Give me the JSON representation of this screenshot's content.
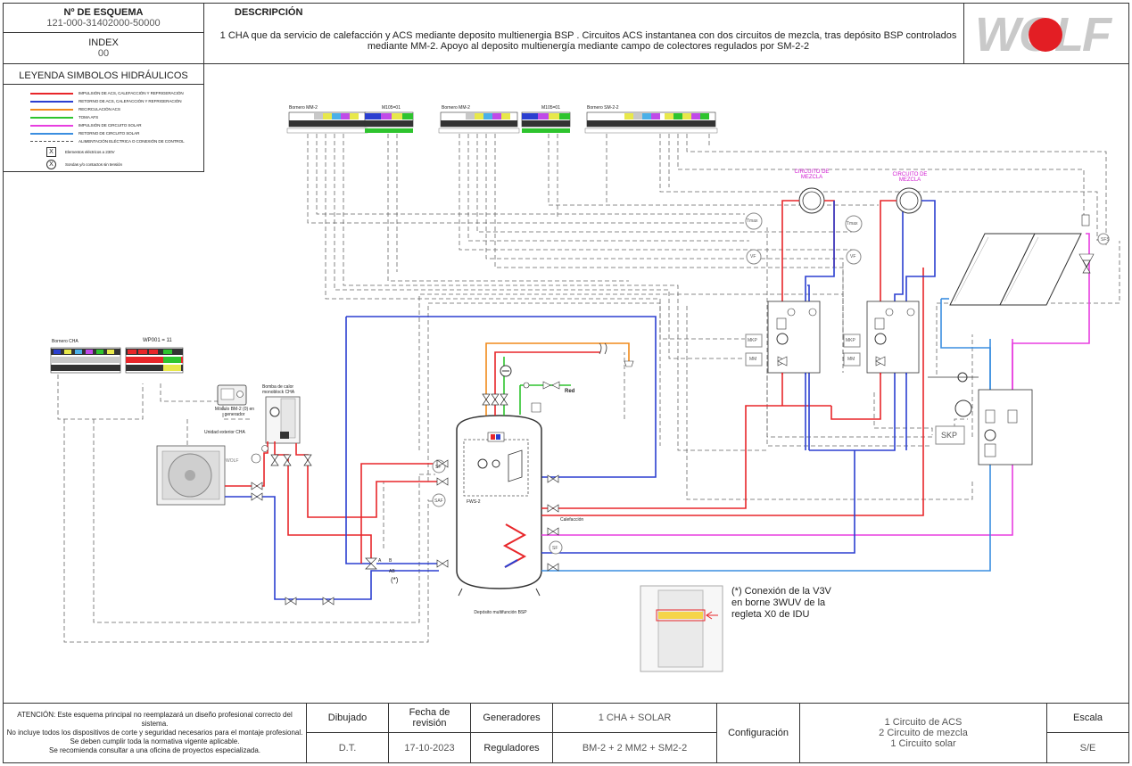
{
  "header": {
    "scheme_no_label": "Nº DE ESQUEMA",
    "scheme_no_value": "121-000-31402000-50000",
    "index_label": "INDEX",
    "index_value": "00",
    "description_label": "DESCRIPCIÓN",
    "description_text": "1 CHA que da servicio de  calefacción y ACS mediante deposito multienergia BSP . Circuitos  ACS instantanea  con dos  circuitos  de mezcla, tras depósito  BSP controlados mediante MM-2.  Apoyo al deposito multienergía mediante campo de colectores regulados por SM-2-2",
    "logo_text": "WOLF"
  },
  "legend": {
    "title": "LEYENDA SIMBOLOS HIDRÁULICOS",
    "items": [
      {
        "label": "IMPULSIÓN DE ACS, CALEFACCIÓN Y REFRIGERACIÓN",
        "color": "#e8262a",
        "style": "solid"
      },
      {
        "label": "RETORNO DE ACS, CALEFACCIÓN Y REFRIGERACIÓN",
        "color": "#2b3fd0",
        "style": "solid"
      },
      {
        "label": "RECIRCULACIÓN ACS",
        "color": "#f08a1c",
        "style": "solid"
      },
      {
        "label": "TOMA AFS",
        "color": "#2ec42e",
        "style": "solid"
      },
      {
        "label": "IMPULSIÓN DE CIRCUITO SOLAR",
        "color": "#e83ee0",
        "style": "solid"
      },
      {
        "label": "RETORNO DE CIRCUITO SOLAR",
        "color": "#3a8ee0",
        "style": "solid"
      },
      {
        "label": "ALIMENTACIÓN ELÉCTRICA O CONEXIÓN DE CONTROL",
        "color": "#555555",
        "style": "dashed"
      }
    ],
    "symbol_x_box": "Elementos eléctricos a 230V",
    "symbol_x_circle": "Sondas y/o contactos sin tensión"
  },
  "diagram": {
    "bornero_mm2_a": "Bornero MM-2",
    "m105_a": "M105=01",
    "bornero_mm2_b": "Bornero MM-2",
    "m105_b": "M105=01",
    "bornero_sm22": "Bornero SM-2-2",
    "bornero_cha": "Bornero CHA",
    "wp001": "WP001 = 11",
    "modulo_bm2": "Módulo BM-2 (0) en generador",
    "bomba_calor": "Bomba de calor monoblock CHA",
    "unidad_exterior": "Unidad exterior CHA",
    "circuito_mezcla_1": "CIRCUITO DE MEZCLA",
    "circuito_mezcla_2": "CIRCUITO DE MEZCLA",
    "tmax_1": "Tmax",
    "tmax_2": "Tmax",
    "vf_1": "VF",
    "vf_2": "VF",
    "mkp_1": "MKP",
    "mkp_2": "MKP",
    "mm_1": "MM",
    "mm_2": "MM",
    "skp": "SKP",
    "sfs": "SFS",
    "sf": "SF",
    "saf": "SAF",
    "sf2": "SF",
    "fws": "FWS-2",
    "calefaccion": "Calefacción",
    "red": "Red",
    "valve_a": "A",
    "valve_b": "B",
    "valve_ab": "AB",
    "asterisk_mark": "(*)",
    "deposito": "Depósito multifunción BSP",
    "note_v3v": "(*) Conexión de la V3V en borne 3WUV de la regleta X0 de IDU"
  },
  "footer": {
    "warning": "ATENCIÓN: Este esquema principal no reemplazará un diseño profesional correcto del sistema.\nNo incluye todos los dispositivos de corte y seguridad necesarios para el montaje profesional.\nSe deben cumplir toda la normativa vigente aplicable.\nSe recomienda consultar a una oficina de proyectos especializada.",
    "dibujado_label": "Dibujado",
    "dibujado_value": "D.T.",
    "fecha_label": "Fecha de revisión",
    "fecha_value": "17-10-2023",
    "generadores_label": "Generadores",
    "generadores_value": "1 CHA + SOLAR",
    "reguladores_label": "Reguladores",
    "reguladores_value": "BM-2 +  2 MM2 +  SM2-2",
    "configuracion_label": "Configuración",
    "configuracion_value": "1 Circuito de ACS\n2 Circuito de mezcla\n1 Circuito solar",
    "escala_label": "Escala",
    "escala_value": "S/E"
  }
}
